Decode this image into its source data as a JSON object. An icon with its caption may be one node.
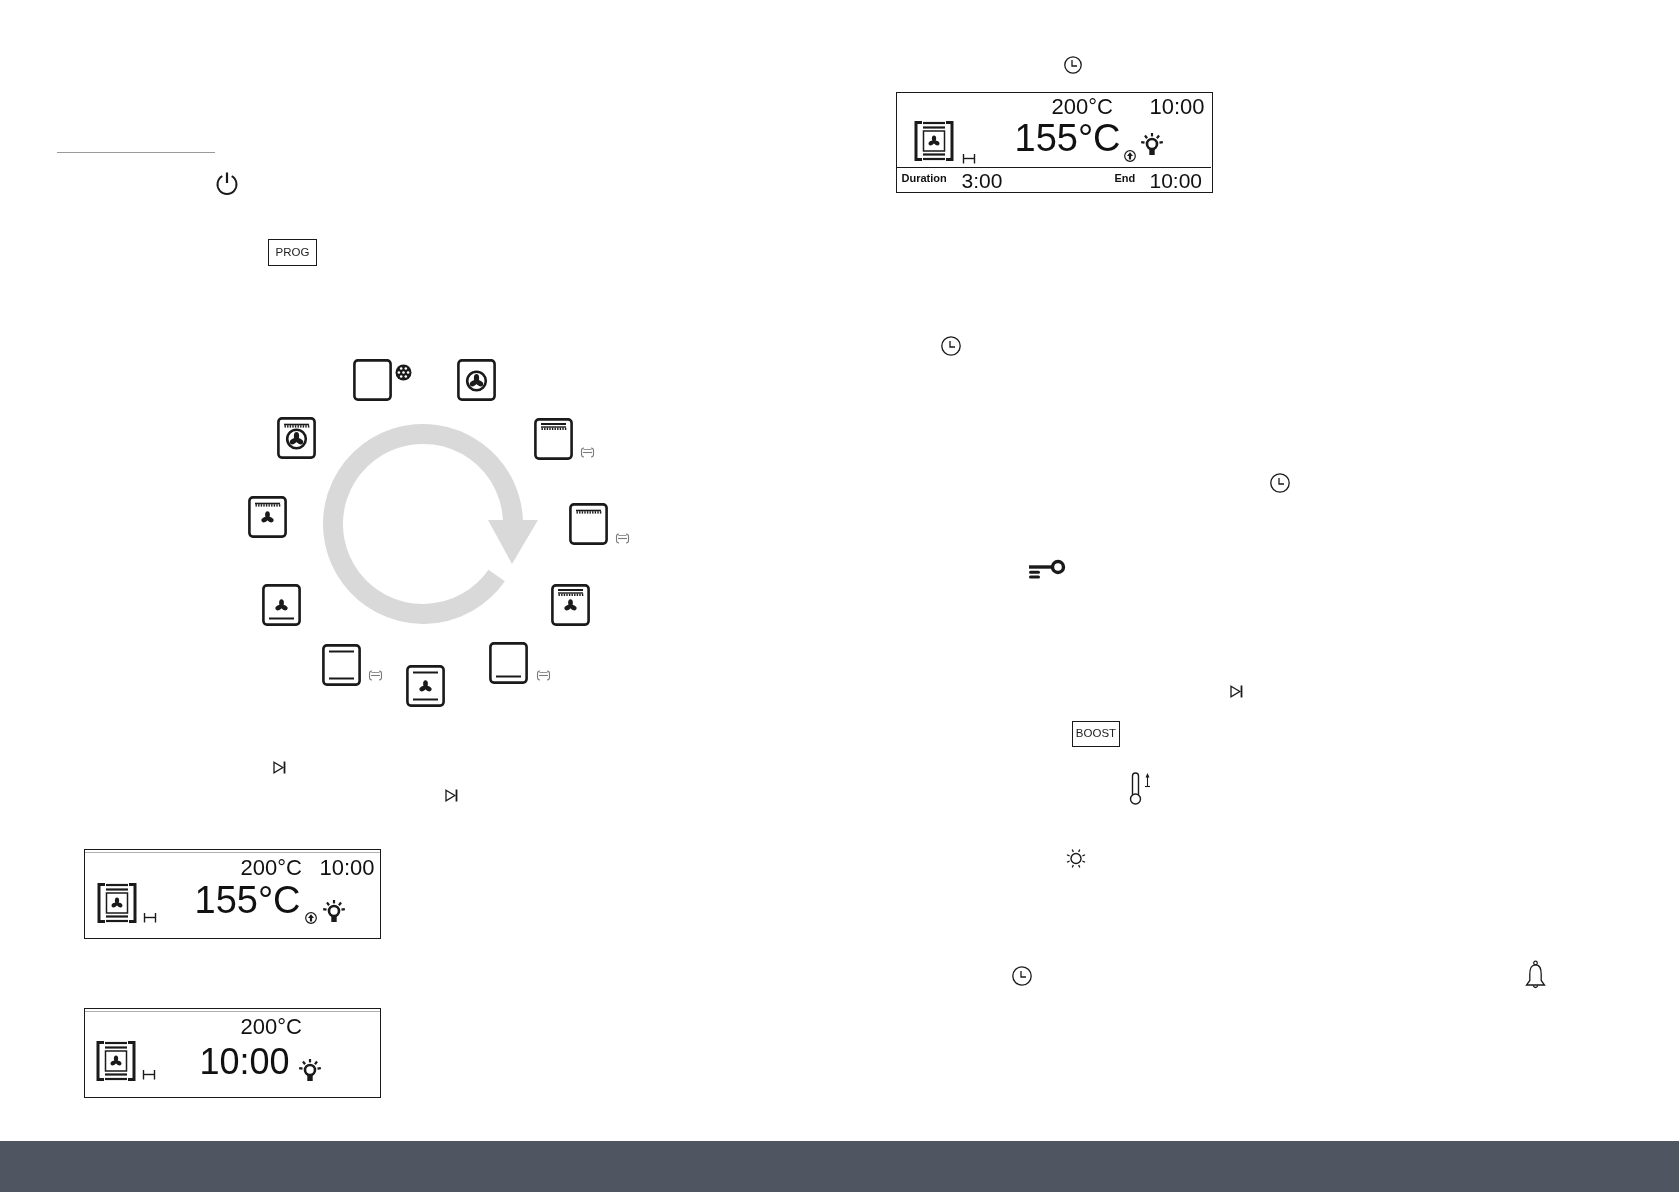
{
  "diagram": {
    "nodes": [
      {
        "text": [
          "PROG"
        ]
      },
      {
        "text": [
          "200°C",
          "10:00",
          "155°C"
        ]
      },
      {
        "text": [
          "200°C",
          "10:00"
        ]
      },
      {
        "text": [
          "200°C",
          "10:00",
          "155°C"
        ]
      },
      {
        "text": [
          "Duration",
          "3:00",
          "End",
          "10:00"
        ],
        "in": 3
      },
      {
        "text": [
          "BOOST"
        ]
      }
    ]
  }
}
